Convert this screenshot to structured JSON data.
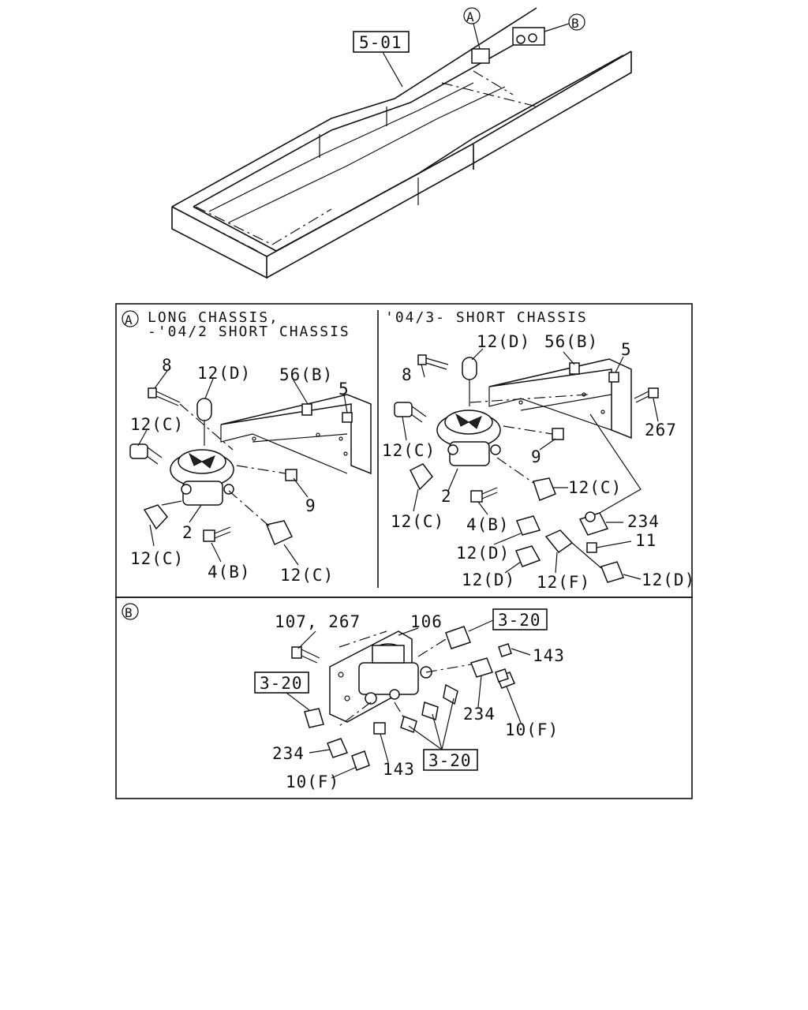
{
  "top_view": {
    "ref_box": "5-01",
    "marker_a": "A",
    "marker_b": "B"
  },
  "panel_a_left": {
    "marker": "A",
    "caption_line1": "LONG CHASSIS,",
    "caption_line2": "-'04/2 SHORT CHASSIS",
    "labels": {
      "p8": "8",
      "p12d": "12(D)",
      "p56b": "56(B)",
      "p5": "5",
      "p12c_a": "12(C)",
      "p9": "9",
      "p2": "2",
      "p12c_b": "12(C)",
      "p4b": "4(B)",
      "p12c_c": "12(C)"
    }
  },
  "panel_a_right": {
    "caption": "'04/3- SHORT CHASSIS",
    "labels": {
      "p12d_top": "12(D)",
      "p56b": "56(B)",
      "p5": "5",
      "p8": "8",
      "p267": "267",
      "p12c_a": "12(C)",
      "p9": "9",
      "p2": "2",
      "p12c_b": "12(C)",
      "p12c_c": "12(C)",
      "p4b": "4(B)",
      "p234": "234",
      "p11": "11",
      "p12d_a": "12(D)",
      "p12d_b": "12(D)",
      "p12f": "12(F)",
      "p12d_c": "12(D)"
    }
  },
  "panel_b": {
    "marker": "B",
    "labels": {
      "p107": "107, 267",
      "p106": "106",
      "ref_320_a": "3-20",
      "p143_a": "143",
      "ref_320_b": "3-20",
      "p234_a": "234",
      "p10f_a": "10(F)",
      "p234_b": "234",
      "p143_b": "143",
      "ref_320_c": "3-20",
      "p10f_b": "10(F)"
    }
  }
}
